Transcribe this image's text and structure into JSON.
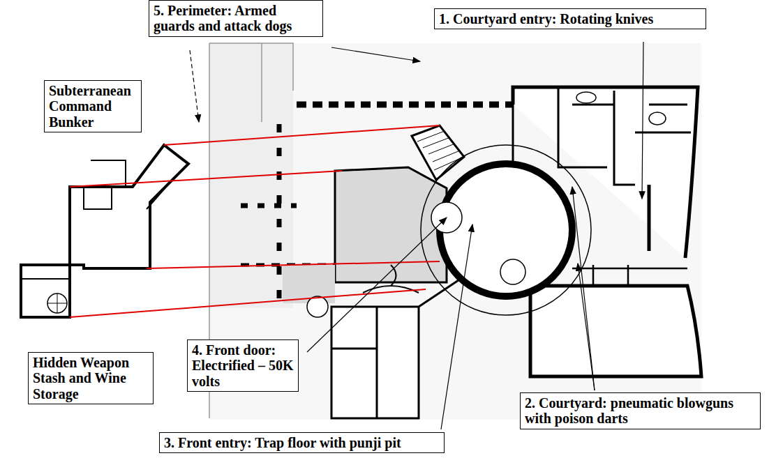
{
  "diagram": {
    "nodes": [
      {
        "text": [
          "5. Perimeter: Armed guards and attack dogs"
        ]
      },
      {
        "text": [
          "1. Courtyard entry: Rotating knives"
        ]
      },
      {
        "text": [
          "Subterranean Command Bunker"
        ]
      },
      {
        "text": [
          "Hidden Weapon Stash and Wine Storage"
        ]
      },
      {
        "text": [
          "4. Front door: Electrified – 50K volts"
        ]
      },
      {
        "text": [
          "2. Courtyard: pneumatic blowguns with poison darts"
        ]
      },
      {
        "text": [
          "3. Front entry: Trap floor with punji pit"
        ]
      }
    ]
  }
}
